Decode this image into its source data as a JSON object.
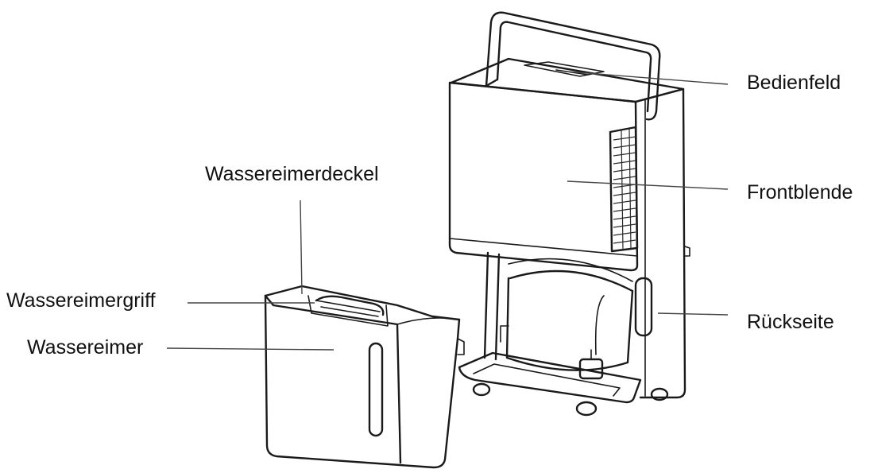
{
  "callouts": {
    "bedienfeld": "Bedienfeld",
    "frontblende": "Frontblende",
    "rueckseite": "Rückseite",
    "wassereimerdeckel": "Wassereimerdeckel",
    "wassereimergriff": "Wassereimergriff",
    "wassereimer": "Wassereimer"
  },
  "colors": {
    "line": "#1a1a1a",
    "vent": "#2a2a2a",
    "background": "#ffffff"
  }
}
